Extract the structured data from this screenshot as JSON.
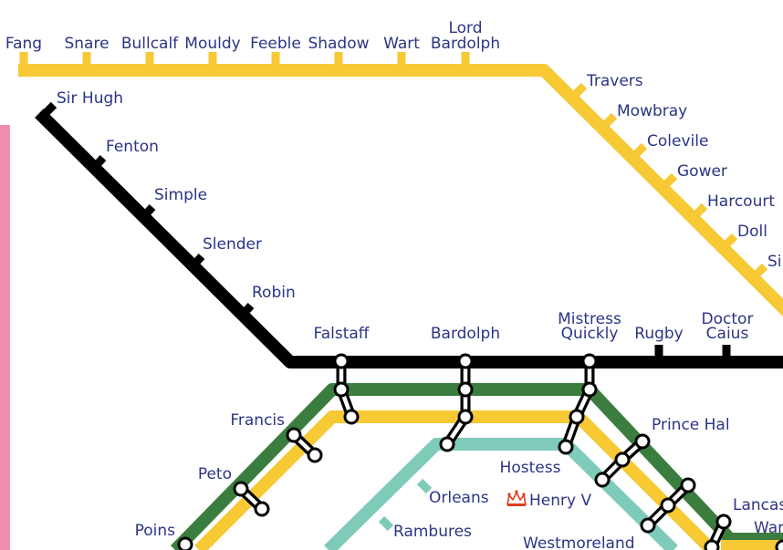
{
  "colors": {
    "yellow_line": "#f6c935",
    "black_line": "#000000",
    "green_line": "#3a7d3e",
    "teal_line": "#7ecbb9",
    "pink_line": "#ee8fae",
    "label_text": "#2b3585",
    "crown_icon": "#e03a1e"
  },
  "stations": {
    "fang": "Fang",
    "snare": "Snare",
    "bullcalf": "Bullcalf",
    "mouldy": "Mouldy",
    "feeble": "Feeble",
    "shadow": "Shadow",
    "wart_top": "Wart",
    "lord_bardolph_1": "Lord",
    "lord_bardolph_2": "Bardolph",
    "travers": "Travers",
    "mowbray": "Mowbray",
    "colevile": "Colevile",
    "gower": "Gower",
    "harcourt": "Harcourt",
    "doll": "Doll",
    "si_cut": "Si",
    "sir_hugh": "Sir Hugh",
    "fenton": "Fenton",
    "simple": "Simple",
    "slender": "Slender",
    "robin": "Robin",
    "falstaff": "Falstaff",
    "bardolph": "Bardolph",
    "mistress_quickly_1": "Mistress",
    "mistress_quickly_2": "Quickly",
    "rugby": "Rugby",
    "doctor_caius_1": "Doctor",
    "doctor_caius_2": "Caius",
    "francis": "Francis",
    "peto": "Peto",
    "poins": "Poins",
    "hostess": "Hostess",
    "orleans": "Orleans",
    "henry_v": "Henry V",
    "rambures": "Rambures",
    "prince_hal": "Prince Hal",
    "lancaster_cut": "Lancas",
    "westmoreland": "Westmoreland",
    "war_cut": "War"
  },
  "icons": {
    "henry_v_marker": "crown-icon"
  }
}
